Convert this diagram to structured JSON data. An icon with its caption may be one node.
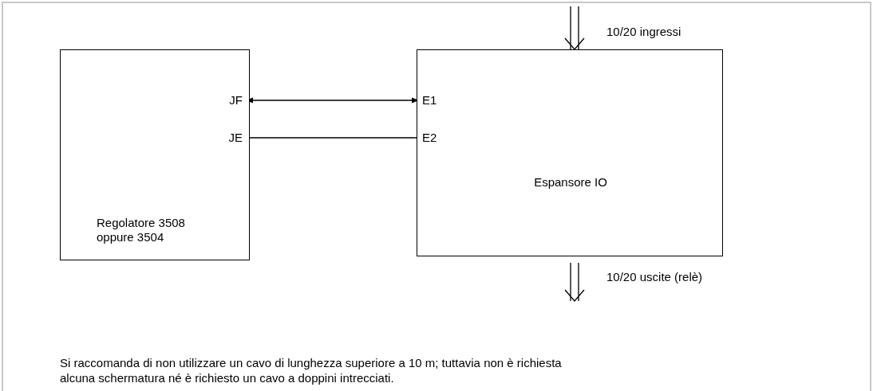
{
  "diagram": {
    "nodes": [
      {
        "text": [
          "Regolatore 3508 oppure 3504"
        ]
      },
      {
        "text": [
          "JF"
        ],
        "in": 0
      },
      {
        "text": [
          "JE"
        ],
        "in": 0
      },
      {
        "text": [
          "Espansore IO"
        ]
      },
      {
        "text": [
          "E1"
        ],
        "in": 3
      },
      {
        "text": [
          "E2"
        ],
        "in": 3
      }
    ],
    "edges": [
      {
        "from": 1,
        "to": 4,
        "arrow": "both"
      },
      {
        "from": 2,
        "to": 5,
        "arrow": "none"
      },
      {
        "from": null,
        "to": 3,
        "arrow": "to",
        "label": "10/20 ingressi"
      },
      {
        "from": 3,
        "to": null,
        "arrow": "to",
        "label": "10/20 uscite (relè)"
      }
    ],
    "labels": [
      "Si raccomanda di non utilizzare un cavo di lunghezza superiore a 10 m; tuttavia non è richiesta alcuna schermatura né è richiesto un cavo a doppini intrecciati."
    ]
  }
}
